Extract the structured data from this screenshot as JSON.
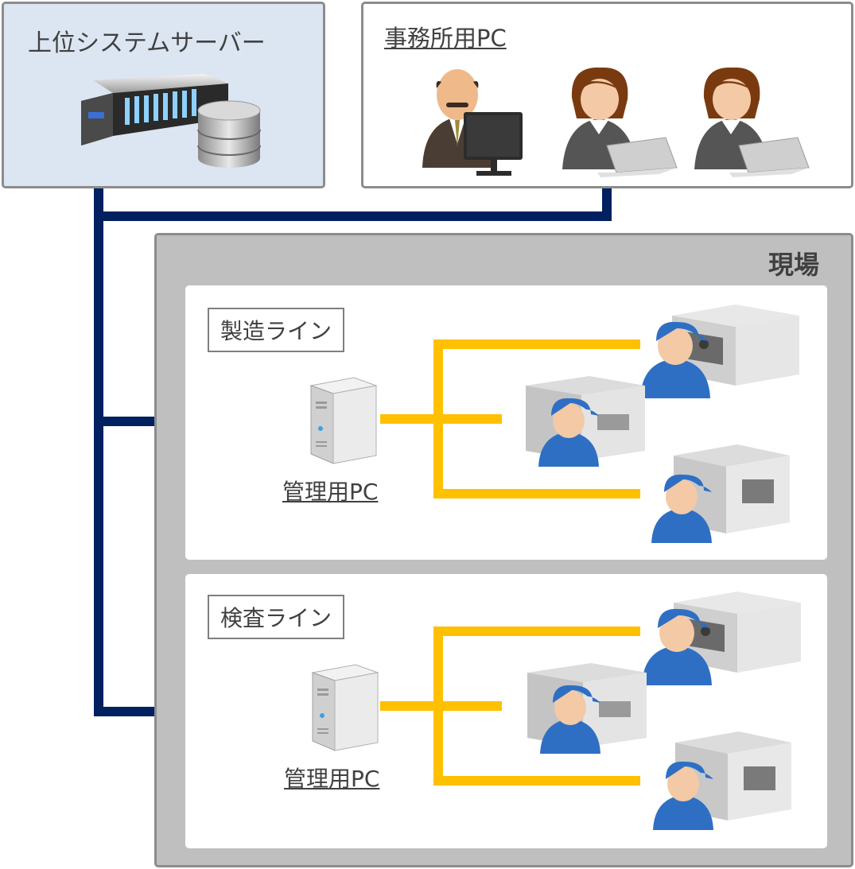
{
  "upper_system": {
    "title": "上位システムサーバー",
    "icon": "server-rack-icon",
    "db_icon": "database-icon"
  },
  "office": {
    "title": "事務所用PC",
    "people": [
      {
        "icon": "manager-at-monitor-icon"
      },
      {
        "icon": "female-staff-laptop-icon"
      },
      {
        "icon": "female-staff-laptop-icon"
      }
    ]
  },
  "site": {
    "title": "現場",
    "lines": [
      {
        "label": "製造ライン",
        "pc_label": "管理用PC",
        "machines": [
          {
            "icon": "worker-booth-machine-icon"
          },
          {
            "icon": "worker-press-machine-icon"
          },
          {
            "icon": "worker-cnc-machine-icon"
          }
        ]
      },
      {
        "label": "検査ライン",
        "pc_label": "管理用PC",
        "machines": [
          {
            "icon": "worker-booth-machine-icon"
          },
          {
            "icon": "worker-press-machine-icon"
          },
          {
            "icon": "worker-cnc-machine-icon"
          }
        ]
      }
    ]
  },
  "colors": {
    "network_main": "#002060",
    "network_line": "#ffc000",
    "upper_bg": "#dce6f2",
    "site_bg": "#bfbfbf",
    "border": "#8c8c8c"
  }
}
